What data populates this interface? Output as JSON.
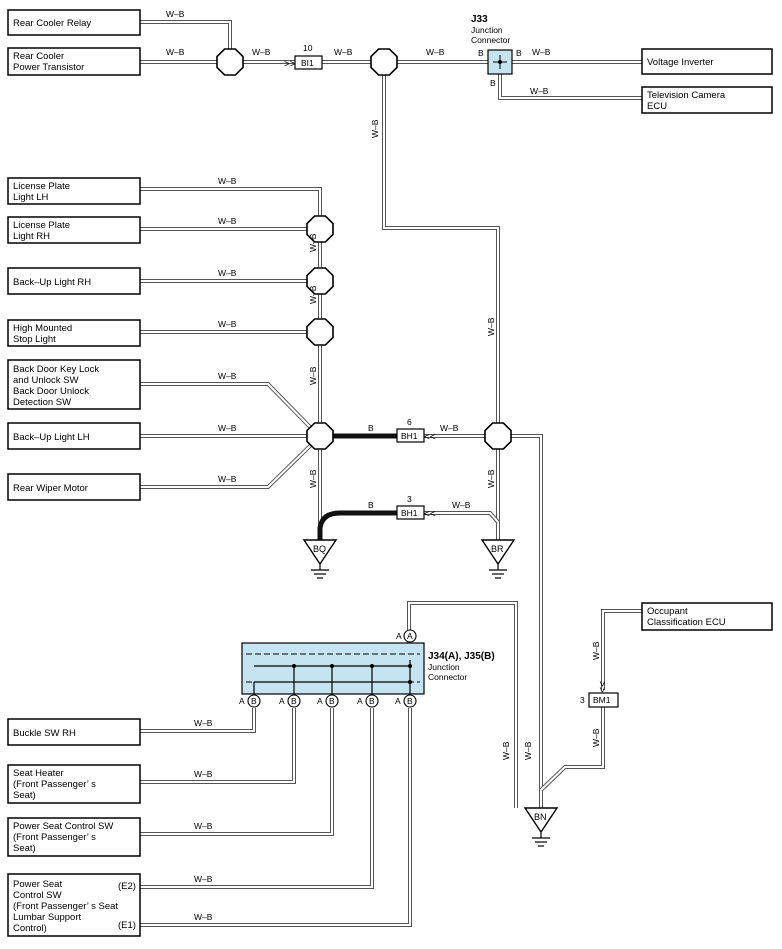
{
  "components": {
    "rear_cooler_relay": [
      "Rear Cooler Relay"
    ],
    "rear_cooler_power_transistor": [
      "Rear Cooler",
      "Power Transistor"
    ],
    "voltage_inverter": [
      "Voltage Inverter"
    ],
    "television_camera_ecu": [
      "Television Camera",
      "ECU"
    ],
    "license_plate_light_lh": [
      "License Plate",
      "Light LH"
    ],
    "license_plate_light_rh": [
      "License Plate",
      "Light RH"
    ],
    "back_up_light_rh": [
      "Back–Up Light RH"
    ],
    "high_mounted_stop_light": [
      "High Mounted",
      "Stop Light"
    ],
    "back_door_key_lock": [
      "Back Door Key Lock",
      "and Unlock SW",
      "Back Door Unlock",
      "Detection SW"
    ],
    "back_up_light_lh": [
      "Back–Up Light LH"
    ],
    "rear_wiper_motor": [
      "Rear Wiper Motor"
    ],
    "occupant_classification_ecu": [
      "Occupant",
      "Classification ECU"
    ],
    "buckle_sw_rh": [
      "Buckle SW RH"
    ],
    "seat_heater": [
      "Seat Heater",
      "(Front Passenger’ s",
      " Seat)"
    ],
    "power_seat_control_sw": [
      "Power Seat Control SW",
      "(Front Passenger’ s",
      " Seat)"
    ],
    "power_seat_lumbar": [
      "Power Seat",
      "Control SW",
      "(Front Passenger’ s Seat",
      " Lumbar Support",
      " Control)"
    ]
  },
  "wire_color": "W–B",
  "wire_color_b": "B",
  "connectors": {
    "bi1": {
      "id": "BI1",
      "pin": "10"
    },
    "bh1_6": {
      "id": "BH1",
      "pin": "6"
    },
    "bh1_3": {
      "id": "BH1",
      "pin": "3"
    },
    "bm1": {
      "id": "BM1",
      "pin": "3"
    }
  },
  "junctions": {
    "j33": {
      "id": "J33",
      "name": [
        "Junction",
        "Connector"
      ],
      "pin": "B"
    },
    "j34": {
      "id": "J34(A), J35(B)",
      "name": [
        "Junction",
        "Connector"
      ],
      "pin_a": "A",
      "pin_b": "B"
    }
  },
  "grounds": {
    "bq": "BQ",
    "br": "BR",
    "bn": "BN"
  },
  "pin_tags": {
    "e2": "(E2)",
    "e1": "(E1)"
  }
}
